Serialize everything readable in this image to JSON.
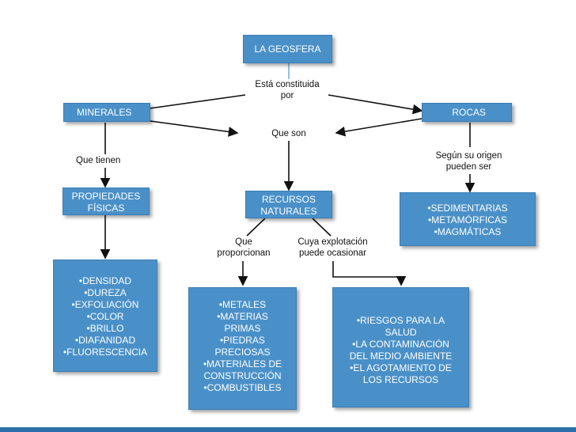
{
  "root": "LA GEOSFERA",
  "link_root": "Está constituida por",
  "minerales": "MINERALES",
  "rocas": "ROCAS",
  "link_que_son": "Que son",
  "link_que_tienen": "Que tienen",
  "link_segun_origen": "Según su origen pueden ser",
  "propiedades_fisicas": "PROPIEDADES FÍSICAS",
  "recursos_naturales": "RECURSOS NATURALES",
  "tipos_rocas": [
    "•SEDIMENTARIAS",
    "•METAMÓRFICAS",
    "•MAGMÁTICAS"
  ],
  "link_proporcionan": "Que proporcionan",
  "link_explotacion": "Cuya explotación puede ocasionar",
  "propiedades_lista": [
    "•DENSIDAD",
    "•DUREZA",
    "•EXFOLIACIÓN",
    "•COLOR",
    "•BRILLO",
    "•DIAFANIDAD",
    "•FLUORESCENCIA"
  ],
  "recursos_lista": [
    "•METALES",
    "•MATERIAS PRIMAS",
    "•PIEDRAS PRECIOSAS",
    "•MATERIALES DE CONSTRUCCIÓN",
    "•COMBUSTIBLES"
  ],
  "riesgos_lista": [
    "•RIESGOS PARA LA SALUD",
    "•LA  CONTAMINACIÓN DEL MEDIO AMBIENTE",
    "•EL  AGOTAMIENTO DE LOS RECURSOS"
  ]
}
